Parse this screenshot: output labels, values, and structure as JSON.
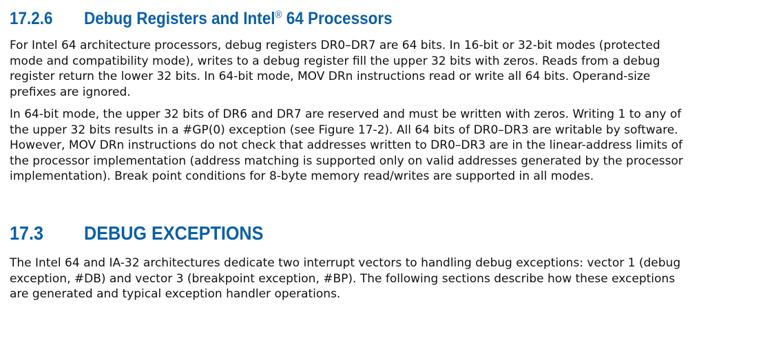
{
  "section1": {
    "number": "17.2.6",
    "title_pre": "Debug Registers and Intel",
    "title_sup": "®",
    "title_post": " 64 Processors",
    "paragraphs": [
      [
        "For Intel 64 architecture processors, debug registers DR0–DR7 are 64 bits. In 16-bit or 32-bit modes (protected",
        "mode and compatibility mode), writes to a debug register fill the upper 32 bits with zeros. Reads from a debug",
        "register return the lower 32 bits. In 64-bit mode, MOV DRn instructions read or write all 64 bits. Operand-size",
        "prefixes are ignored."
      ],
      [
        "In 64-bit mode, the upper 32 bits of DR6 and DR7 are reserved and must be written with zeros. Writing 1 to any of",
        "the upper 32 bits results in a #GP(0) exception (see Figure 17-2). All 64 bits of DR0–DR3 are writable by software.",
        "However, MOV DRn instructions do not check that addresses written to DR0–DR3 are in the linear-address limits of",
        "the processor implementation (address matching is supported only on valid addresses generated by the processor",
        "implementation). Break point conditions for 8-byte memory read/writes are supported in all modes."
      ]
    ]
  },
  "section2": {
    "number": "17.3",
    "title": "DEBUG EXCEPTIONS",
    "paragraphs": [
      [
        "The Intel 64 and IA-32 architectures dedicate two interrupt vectors to handling debug exceptions: vector 1 (debug",
        "exception, #DB) and vector 3 (breakpoint exception, #BP). The following sections describe how these exceptions",
        "are generated and typical exception handler operations."
      ]
    ]
  }
}
